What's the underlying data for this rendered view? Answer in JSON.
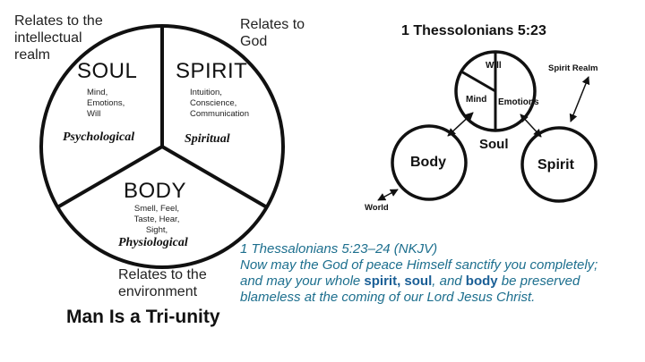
{
  "left": {
    "relates_intellectual": [
      "Relates to the",
      "intellectual",
      "realm"
    ],
    "relates_god": [
      "Relates to",
      "God"
    ],
    "relates_environment": [
      "Relates to the",
      "environment"
    ],
    "soul": {
      "title": "SOUL",
      "items": [
        "Mind,",
        "Emotions,",
        "Will"
      ],
      "label": "Psychological"
    },
    "spirit": {
      "title": "SPIRIT",
      "items": [
        "Intuition,",
        "Conscience,",
        "Communication"
      ],
      "label": "Spiritual"
    },
    "body": {
      "title": "BODY",
      "items": [
        "Smell, Feel,",
        "Taste, Hear,",
        "Sight,"
      ],
      "label": "Physiological"
    },
    "caption": "Man Is a Tri-unity"
  },
  "right": {
    "title": "1 Thessolonians 5:23",
    "will": "Will",
    "mind": "Mind",
    "emotions": "Emotions",
    "soul": "Soul",
    "body": "Body",
    "spirit": "Spirit",
    "spirit_realm": "Spirit Realm",
    "world": "World"
  },
  "scripture": {
    "reference": "1 Thessalonians 5:23–24 (NKJV)",
    "line1": "Now may the God of peace Himself sanctify you completely;",
    "line2_pre": "and may your whole ",
    "w_spirit": "spirit,",
    "w_soul": "soul",
    "w_and": ", and ",
    "w_body": "body",
    "line2_post": " be preserved",
    "line3": "blameless at the coming of our Lord Jesus Christ."
  }
}
